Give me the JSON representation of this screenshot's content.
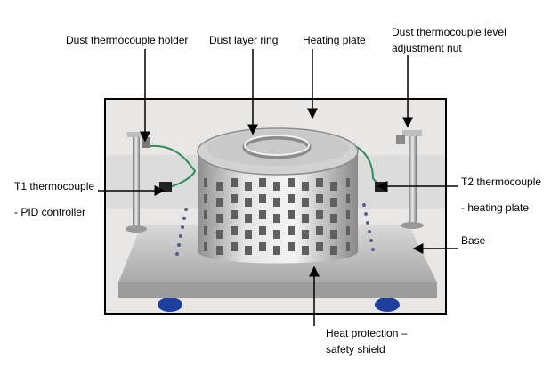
{
  "labels": {
    "dust_thermocouple_holder": "Dust thermocouple holder",
    "dust_layer_ring": "Dust layer ring",
    "heating_plate": "Heating plate",
    "adjustment_nut_line1": "Dust thermocouple level",
    "adjustment_nut_line2": "adjustment nut",
    "t1_line1": "T1 thermocouple",
    "t1_line2": "- PID controller",
    "t2_line1": "T2 thermocouple",
    "t2_line2": "- heating plate",
    "base": "Base",
    "shield_line1": "Heat protection –",
    "shield_line2": "safety shield"
  },
  "colors": {
    "frame_border": "#000000",
    "photo_background": "#eceaea",
    "steel_light": "#e4e4e4",
    "steel_dark": "#8f8f8f",
    "foot_blue": "#1f3f9e",
    "wire_green": "#2f8f5a",
    "arrow": "#000000"
  }
}
